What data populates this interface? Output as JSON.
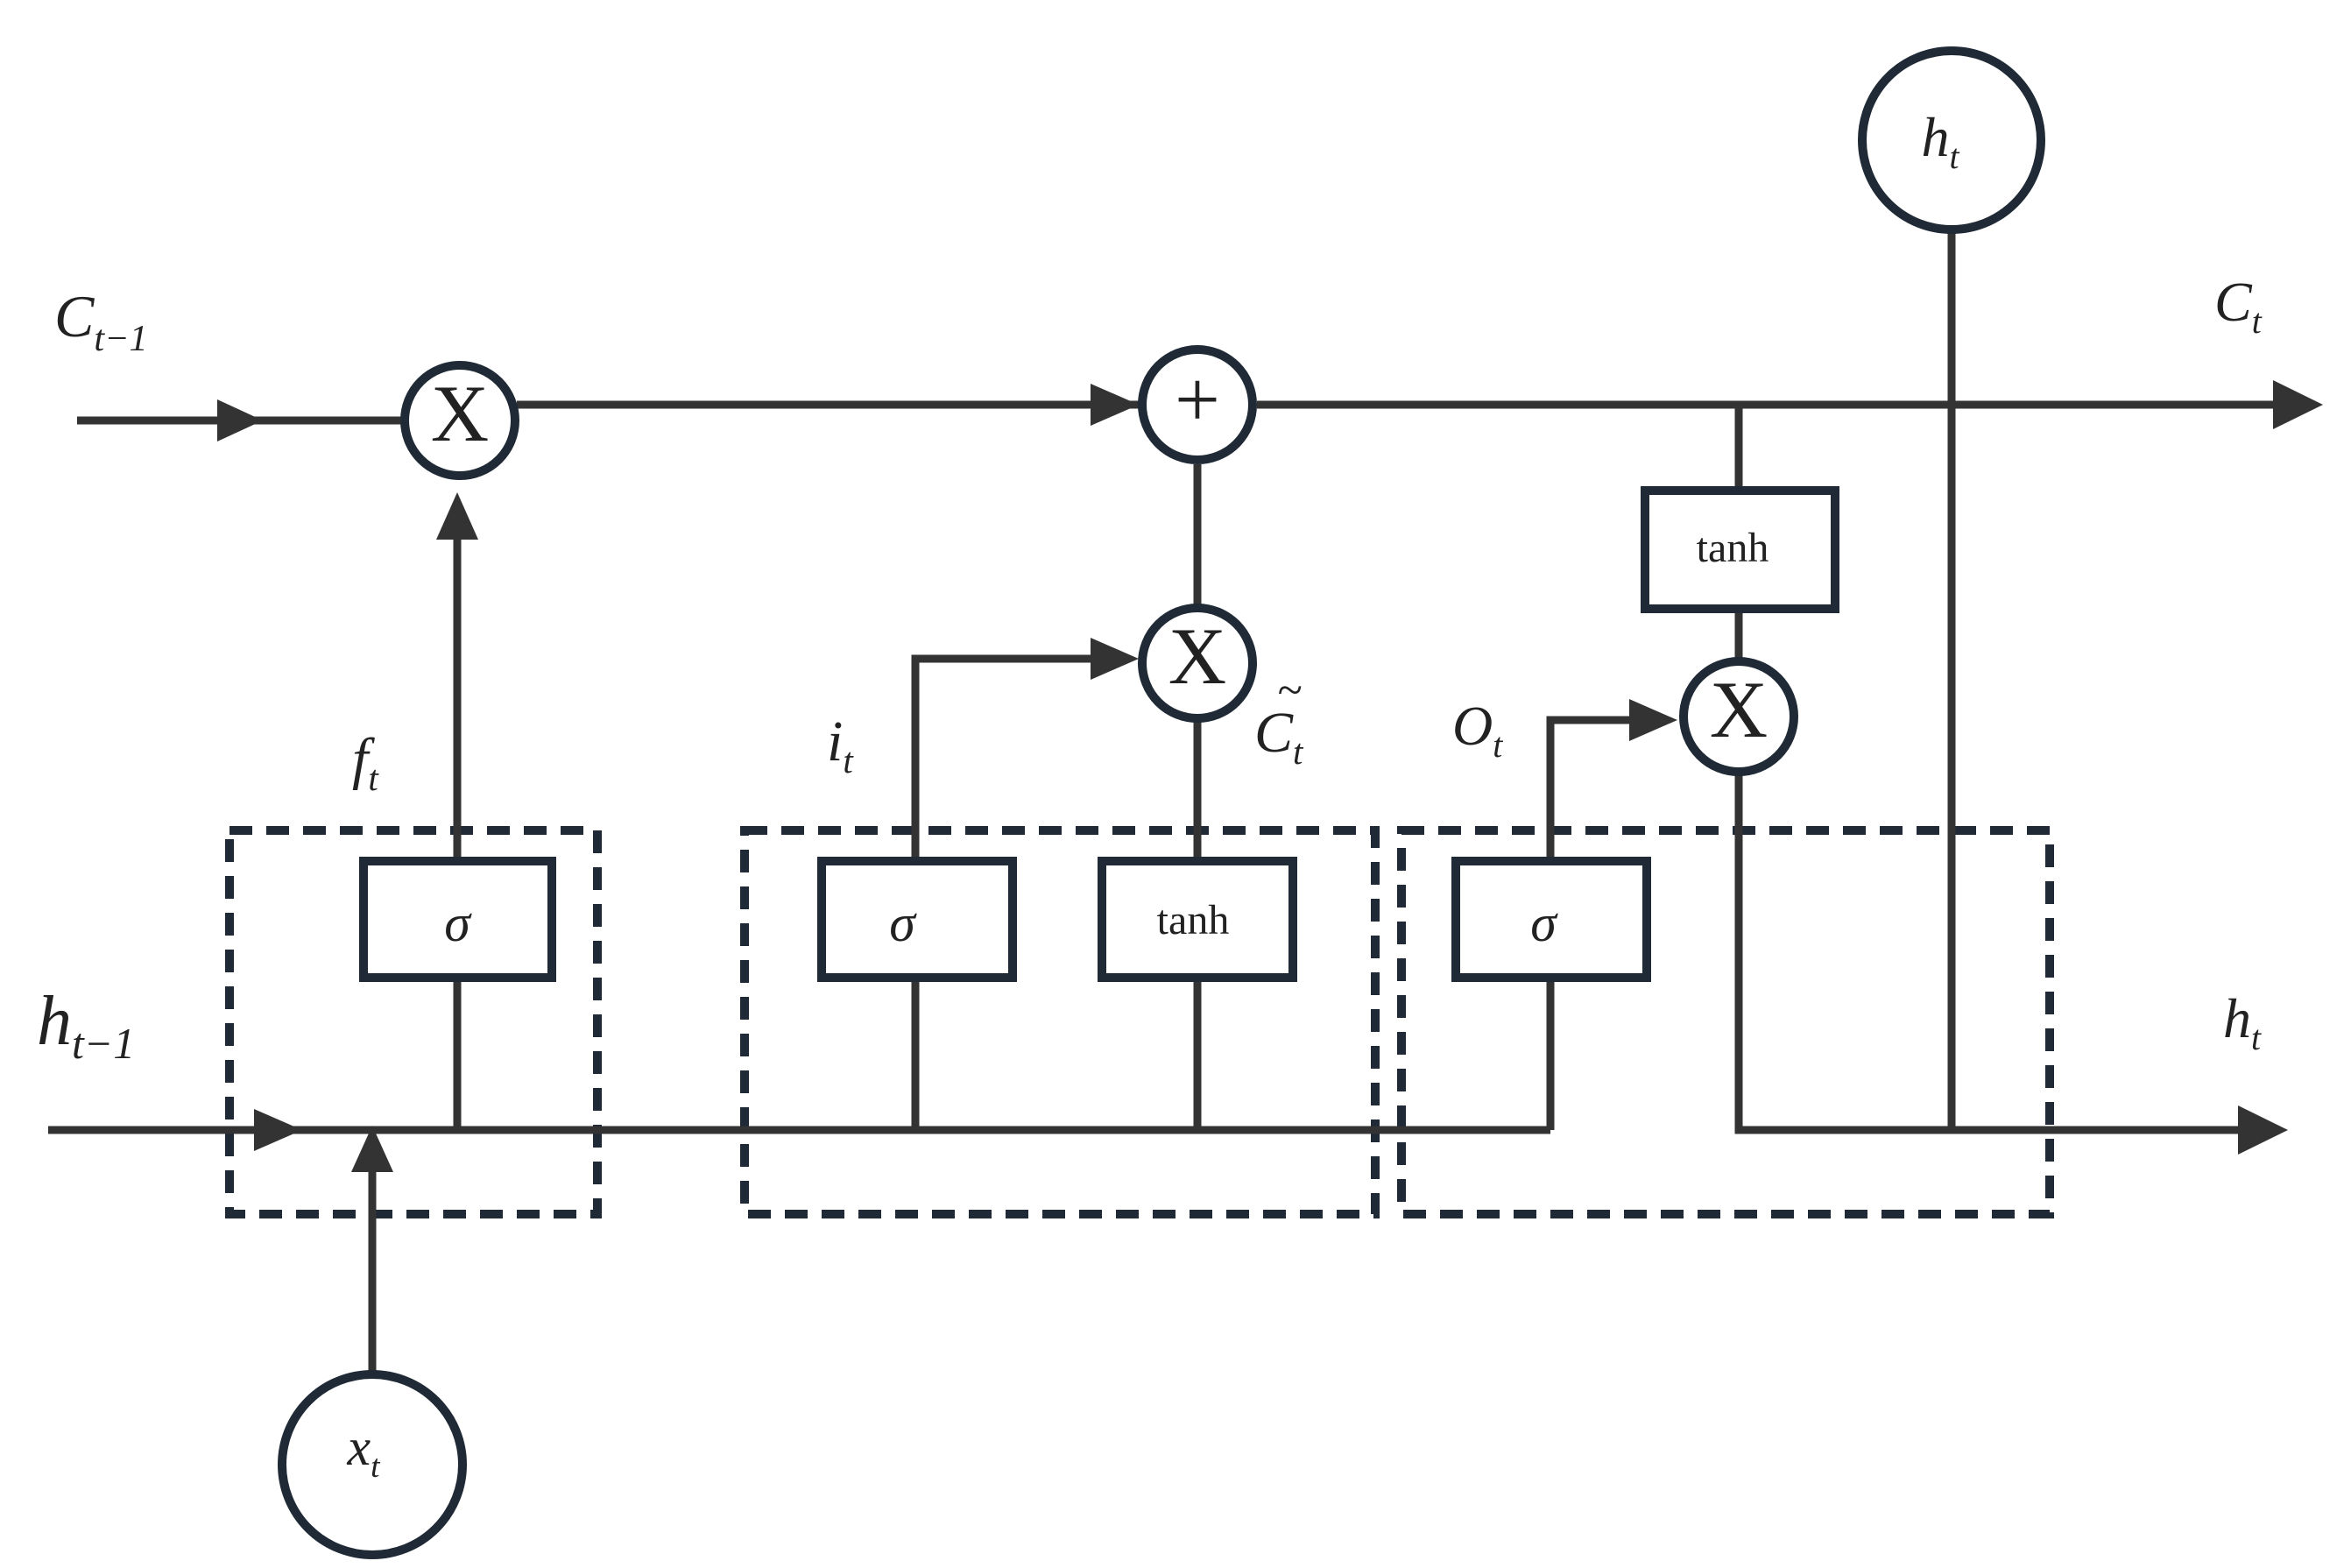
{
  "labels": {
    "c_prev": {
      "base": "C",
      "sub": "t−1"
    },
    "c_t": {
      "base": "C",
      "sub": "t"
    },
    "h_prev": {
      "base": "h",
      "sub": "t−1"
    },
    "h_t_right": {
      "base": "h",
      "sub": "t"
    },
    "h_t_top": {
      "base": "h",
      "sub": "t"
    },
    "x_t": {
      "base": "x",
      "sub": "t"
    },
    "f_t": {
      "base": "f",
      "sub": "t"
    },
    "i_t": {
      "base": "i",
      "sub": "t"
    },
    "c_tilde": {
      "base": "C",
      "sub": "t",
      "accent": "~"
    },
    "o_t": {
      "base": "O",
      "sub": "t"
    }
  },
  "operators": {
    "multiply": "X",
    "add": "+"
  },
  "gates": {
    "forget_sigma": "σ",
    "input_sigma": "σ",
    "input_tanh": "tanh",
    "output_sigma": "σ",
    "cell_tanh": "tanh"
  }
}
